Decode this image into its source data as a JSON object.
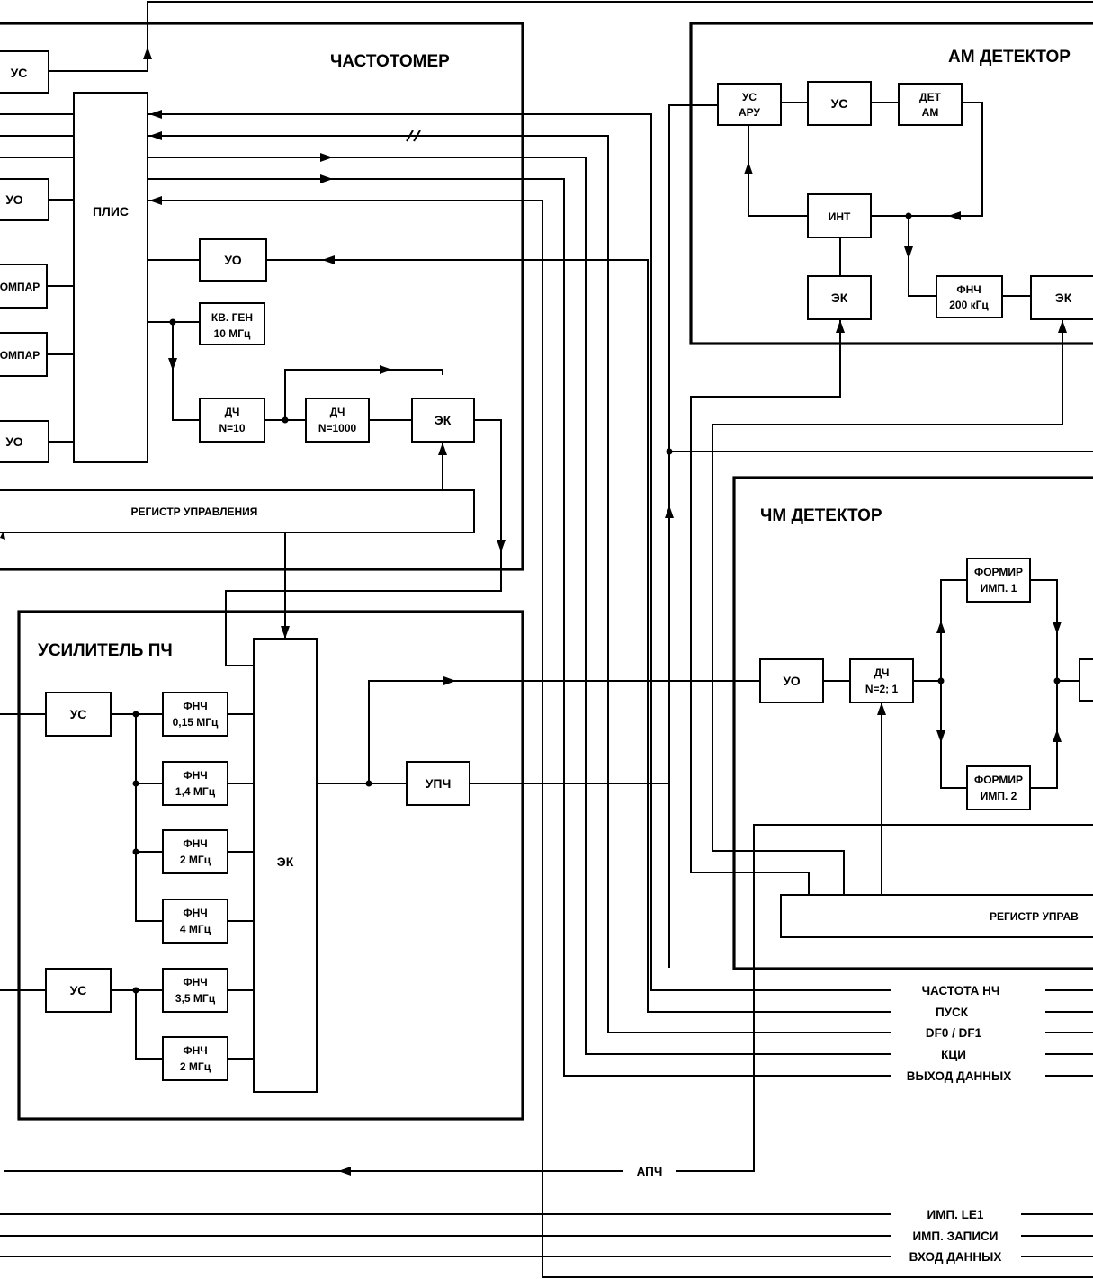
{
  "sections": {
    "freq_meter": "ЧАСТОТОМЕР",
    "am_detector": "АМ  ДЕТЕКТОР",
    "fm_detector": "ЧМ  ДЕТЕКТОР",
    "if_amp": "УСИЛИТЕЛЬ  ПЧ"
  },
  "freq_meter_blocks": {
    "us": "УС",
    "uo1": "УО",
    "komp1": "ОМПАР",
    "komp2": "ОМПАР",
    "uo2": "УО",
    "plis": "ПЛИС",
    "uo_mid": "УО",
    "gen_l1": "КВ. ГЕН",
    "gen_l2": "10 МГц",
    "dch10_l1": "ДЧ",
    "dch10_l2": "N=10",
    "dch1000_l1": "ДЧ",
    "dch1000_l2": "N=1000",
    "ek": "ЭК",
    "reg": "РЕГИСТР УПРАВЛЕНИЯ"
  },
  "am_blocks": {
    "usaru_l1": "УС",
    "usaru_l2": "АРУ",
    "us": "УС",
    "det_l1": "ДЕТ",
    "det_l2": "АМ",
    "int": "ИНТ",
    "ek1": "ЭК",
    "fnch_l1": "ФНЧ",
    "fnch_l2": "200 кГц",
    "ek2": "ЭК"
  },
  "fm_blocks": {
    "uo": "УО",
    "dch_l1": "ДЧ",
    "dch_l2": "N=2; 1",
    "form1_l1": "ФОРМИР",
    "form1_l2": "ИМП. 1",
    "form2_l1": "ФОРМИР",
    "form2_l2": "ИМП. 2",
    "reg": "РЕГИСТР УПРАВ"
  },
  "if_blocks": {
    "us1": "УС",
    "us2": "УС",
    "f1_l1": "ФНЧ",
    "f1_l2": "0,15 МГц",
    "f2_l1": "ФНЧ",
    "f2_l2": "1,4 МГц",
    "f3_l1": "ФНЧ",
    "f3_l2": "2 МГц",
    "f4_l1": "ФНЧ",
    "f4_l2": "4 МГц",
    "f5_l1": "ФНЧ",
    "f5_l2": "3,5 МГц",
    "f6_l1": "ФНЧ",
    "f6_l2": "2 МГц",
    "ek": "ЭК",
    "upch": "УПЧ"
  },
  "signals": {
    "s1": "ЧАСТОТА НЧ",
    "s2": "ПУСК",
    "s3": "DF0 / DF1",
    "s4": "КЦИ",
    "s5": "ВЫХОД  ДАННЫХ",
    "apch": "АПЧ",
    "s6": "ИМП. LE1",
    "s7": "ИМП. ЗАПИСИ",
    "s8": "ВХОД ДАННЫХ"
  }
}
